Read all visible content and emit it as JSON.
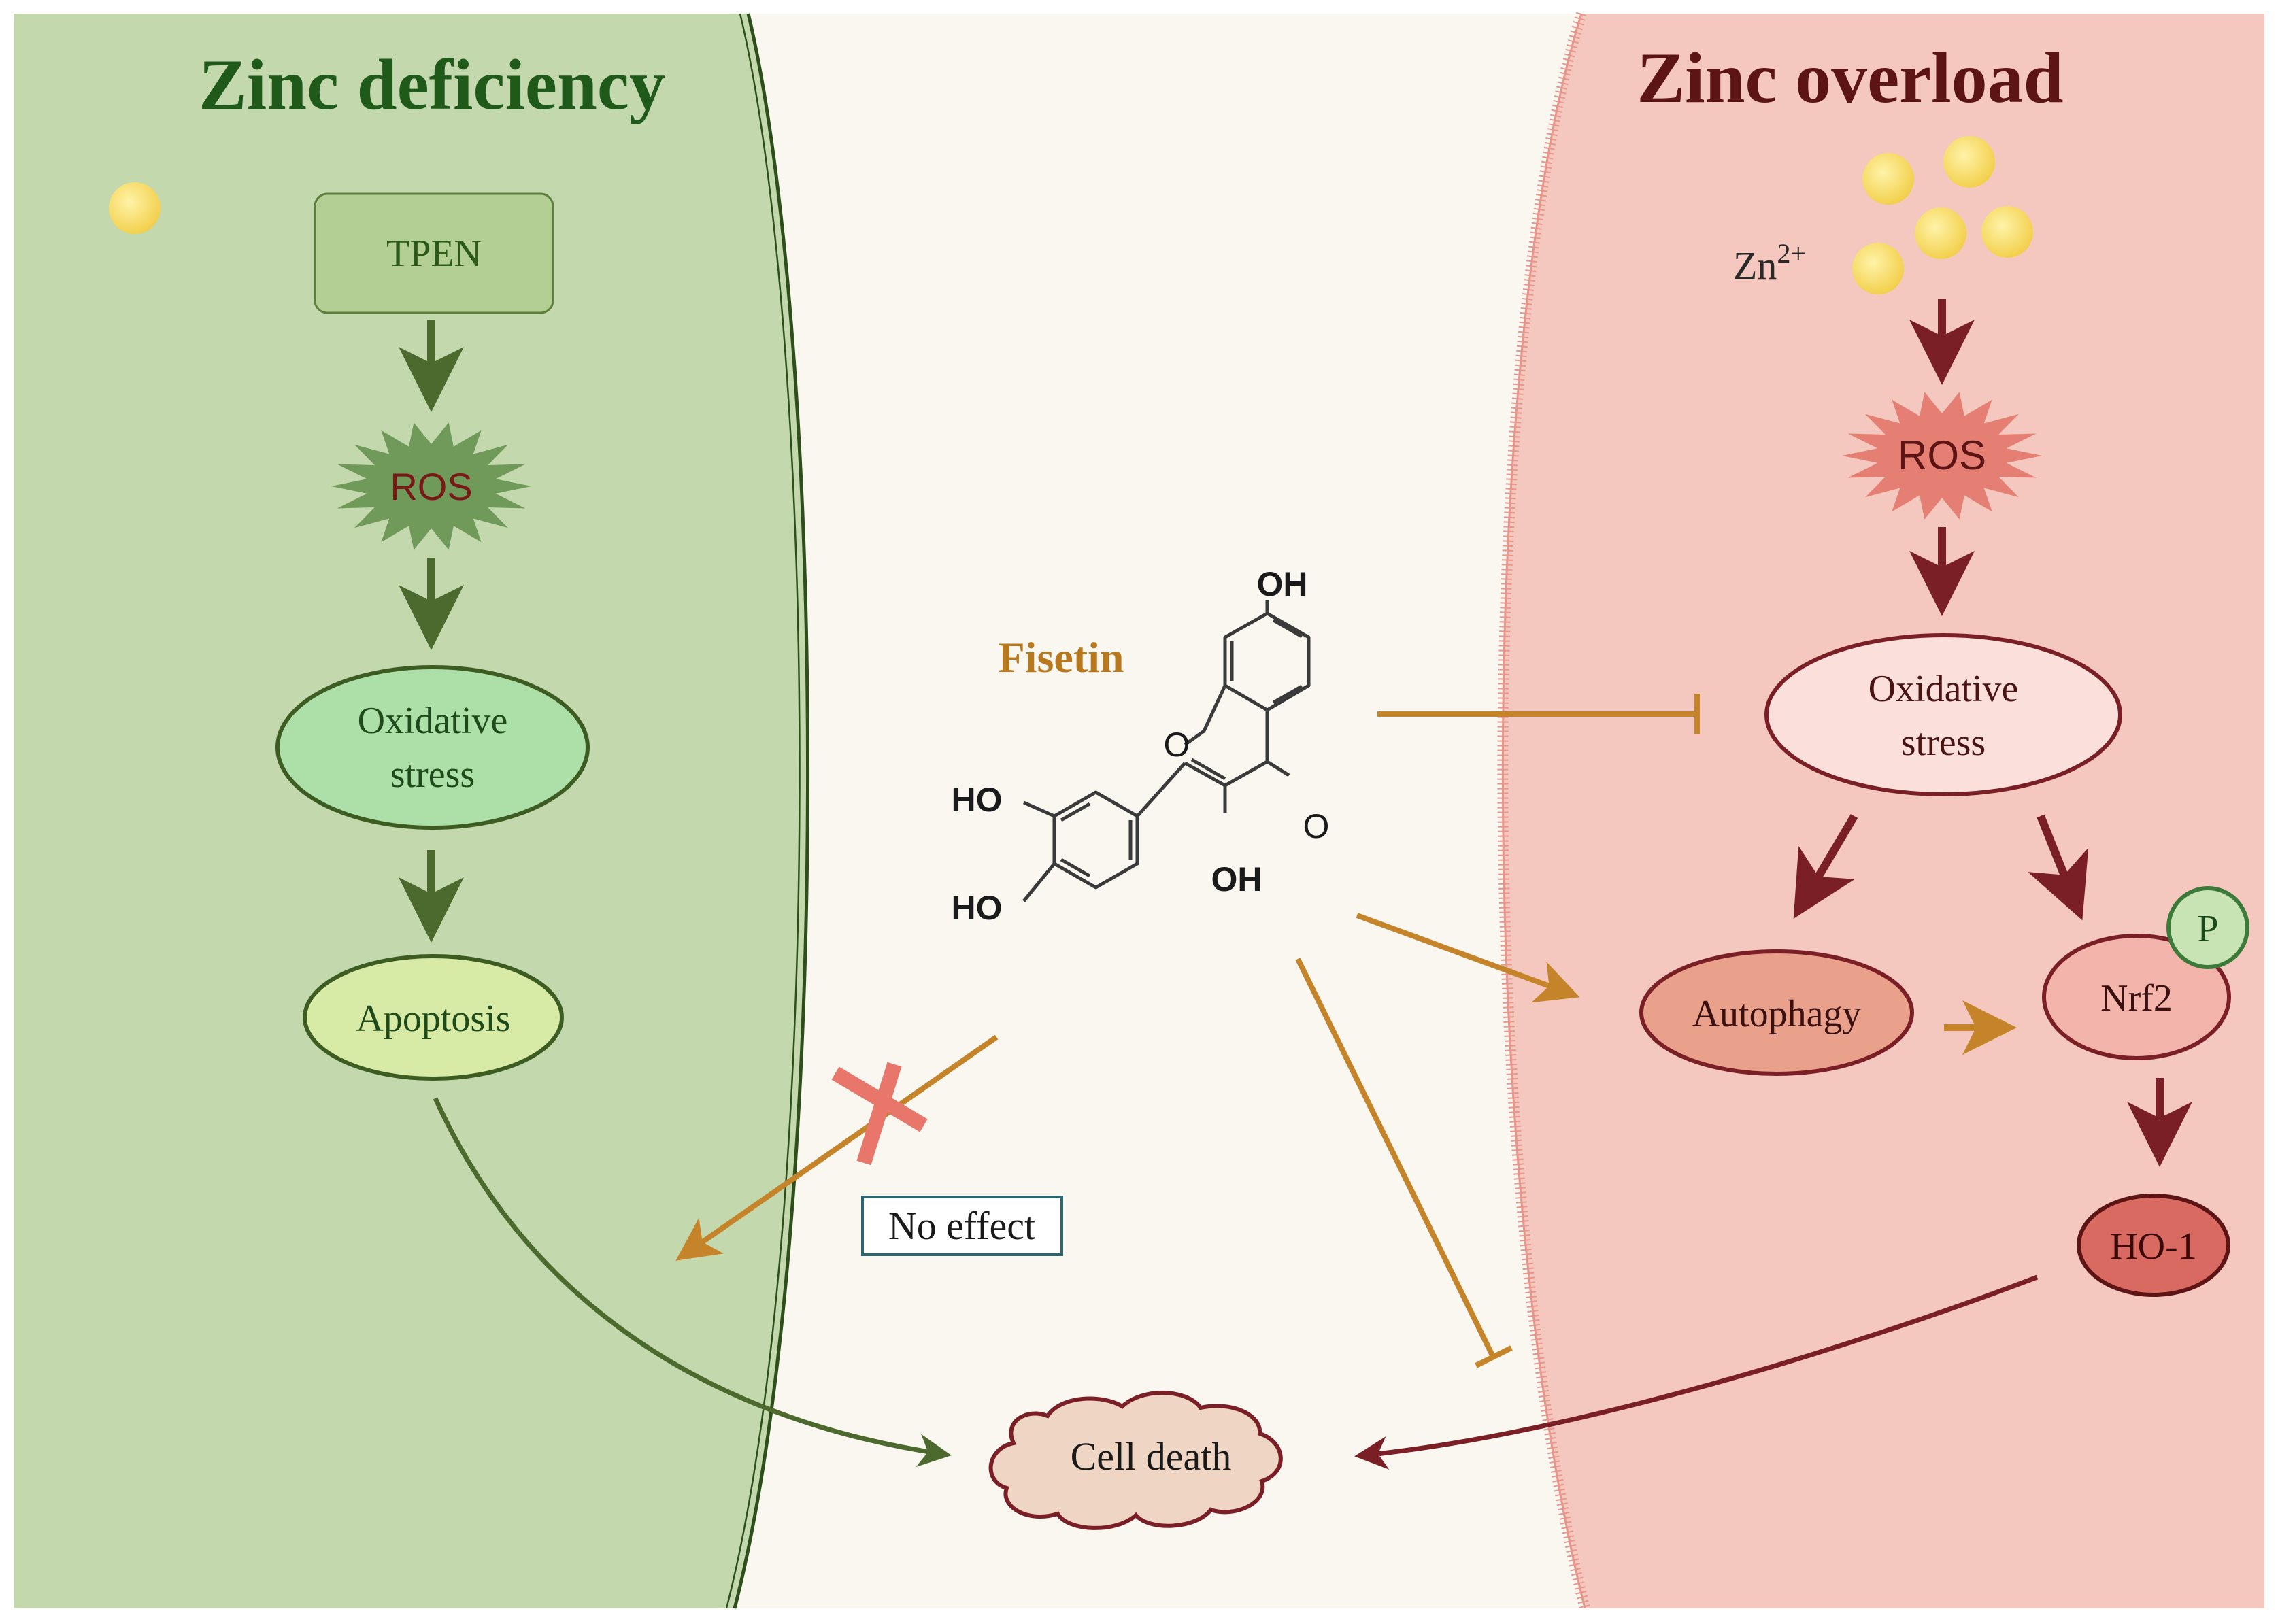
{
  "left_panel": {
    "title": "Zinc deficiency",
    "tpen": "TPEN",
    "ros": "ROS",
    "oxidative_line1": "Oxidative",
    "oxidative_line2": "stress",
    "apoptosis": "Apoptosis"
  },
  "center": {
    "fisetin": "Fisetin",
    "oh_top": "OH",
    "ho_left1": "HO",
    "ho_left2": "HO",
    "oh_bottom": "OH",
    "ring_o": "O",
    "keto_o": "O",
    "no_effect": "No effect",
    "cell_death": "Cell death"
  },
  "right_panel": {
    "title": "Zinc overload",
    "zn_label": "Zn",
    "zn_charge": "2+",
    "ros": "ROS",
    "oxidative_line1": "Oxidative",
    "oxidative_line2": "stress",
    "autophagy": "Autophagy",
    "nrf2": "Nrf2",
    "phospho": "P",
    "ho1": "HO-1"
  },
  "colors": {
    "left_bg": "#c3d9ad",
    "center_bg": "#faf6f0",
    "right_bg": "#f4c8be",
    "left_arrow": "#4c6a2e",
    "right_arrow": "#7a1f25",
    "fisetin_arrow": "#c5842a",
    "left_title": "#1f5a1a",
    "right_title": "#5c1414"
  }
}
